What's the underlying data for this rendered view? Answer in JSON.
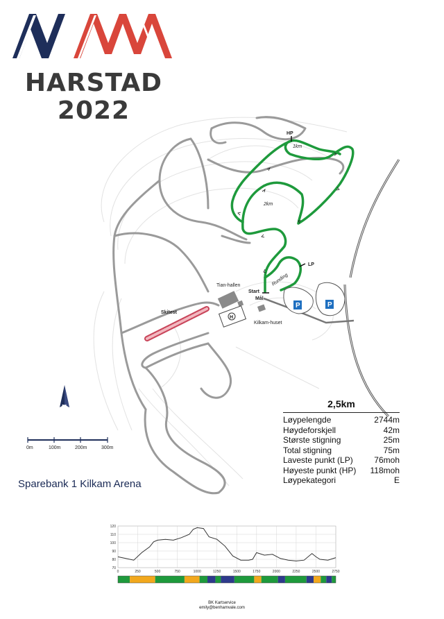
{
  "header": {
    "title_line1": "HARSTAD",
    "title_line2": "2022",
    "logo_colors": {
      "navy": "#1e2e5a",
      "red": "#d9463b"
    }
  },
  "map": {
    "labels": {
      "hp": "HP",
      "lp": "LP",
      "km1": "1km",
      "km2": "2km",
      "runding": "Runding",
      "start": "Start",
      "mal": "Mål",
      "tian_hallen": "Tian-hallen",
      "kilkam_huset": "Kilkam-huset",
      "skitest": "Skitest",
      "parking1": "P",
      "parking2": "P",
      "helipad": "H"
    },
    "scale_ticks": [
      "0m",
      "100m",
      "200m",
      "300m"
    ],
    "north_arrow": "N",
    "icons": [
      "north-arrow-icon",
      "parking-icon",
      "helipad-icon"
    ],
    "colors": {
      "course": "#1e9a3c",
      "trails": "#9a9a9a",
      "skitest": "#c9455a",
      "parking": "#1e6fc0",
      "contours": "#e2e2e2"
    }
  },
  "arena_name": "Sparebank 1 Kilkam Arena",
  "stats": {
    "heading": "2,5km",
    "rows": [
      {
        "label": "Løypelengde",
        "value": "2744m"
      },
      {
        "label": "Høydeforskjell",
        "value": "42m"
      },
      {
        "label": "Største stigning",
        "value": "25m"
      },
      {
        "label": "Total stigning",
        "value": "75m"
      },
      {
        "label": "Laveste punkt (LP)",
        "value": "76moh"
      },
      {
        "label": "Høyeste punkt (HP)",
        "value": "118moh"
      },
      {
        "label": "Løypekategori",
        "value": "E"
      }
    ]
  },
  "chart_data": {
    "type": "line",
    "x_ticks": [
      0,
      250,
      500,
      750,
      1000,
      1250,
      1500,
      1750,
      2000,
      2250,
      2500,
      2750
    ],
    "y_ticks": [
      70,
      80,
      90,
      100,
      110,
      120
    ],
    "xlim": [
      0,
      2750
    ],
    "ylim": [
      70,
      120
    ],
    "grid": true,
    "series": [
      {
        "x": [
          0,
          100,
          200,
          300,
          400,
          450,
          500,
          600,
          700,
          800,
          900,
          950,
          1000,
          1080,
          1150,
          1250,
          1350,
          1450,
          1550,
          1650,
          1700,
          1750,
          1850,
          1950,
          2050,
          2150,
          2250,
          2350,
          2450,
          2500,
          2550,
          2650,
          2750
        ],
        "y": [
          83,
          81,
          79,
          88,
          95,
          101,
          103,
          104,
          103,
          106,
          110,
          116,
          118,
          117,
          107,
          104,
          96,
          84,
          79,
          79,
          80,
          88,
          85,
          86,
          81,
          79,
          78,
          79,
          87,
          83,
          80,
          79,
          82
        ]
      }
    ],
    "category_bar": [
      {
        "from": 0,
        "to": 150,
        "color": "#1e9a3c"
      },
      {
        "from": 150,
        "to": 470,
        "color": "#f2a81d"
      },
      {
        "from": 470,
        "to": 840,
        "color": "#1e9a3c"
      },
      {
        "from": 840,
        "to": 1030,
        "color": "#f2a81d"
      },
      {
        "from": 1030,
        "to": 1130,
        "color": "#1e9a3c"
      },
      {
        "from": 1130,
        "to": 1230,
        "color": "#2e3a8c"
      },
      {
        "from": 1230,
        "to": 1300,
        "color": "#1e9a3c"
      },
      {
        "from": 1300,
        "to": 1470,
        "color": "#2e3a8c"
      },
      {
        "from": 1470,
        "to": 1720,
        "color": "#1e9a3c"
      },
      {
        "from": 1720,
        "to": 1810,
        "color": "#f2a81d"
      },
      {
        "from": 1810,
        "to": 2020,
        "color": "#1e9a3c"
      },
      {
        "from": 2020,
        "to": 2110,
        "color": "#2e3a8c"
      },
      {
        "from": 2110,
        "to": 2380,
        "color": "#1e9a3c"
      },
      {
        "from": 2380,
        "to": 2470,
        "color": "#2e3a8c"
      },
      {
        "from": 2470,
        "to": 2560,
        "color": "#f2a81d"
      },
      {
        "from": 2560,
        "to": 2630,
        "color": "#1e9a3c"
      },
      {
        "from": 2630,
        "to": 2700,
        "color": "#2e3a8c"
      },
      {
        "from": 2700,
        "to": 2750,
        "color": "#1e9a3c"
      }
    ]
  },
  "footer": {
    "line1": "BK Kartservice",
    "line2": "emily@benhamvale.com"
  }
}
